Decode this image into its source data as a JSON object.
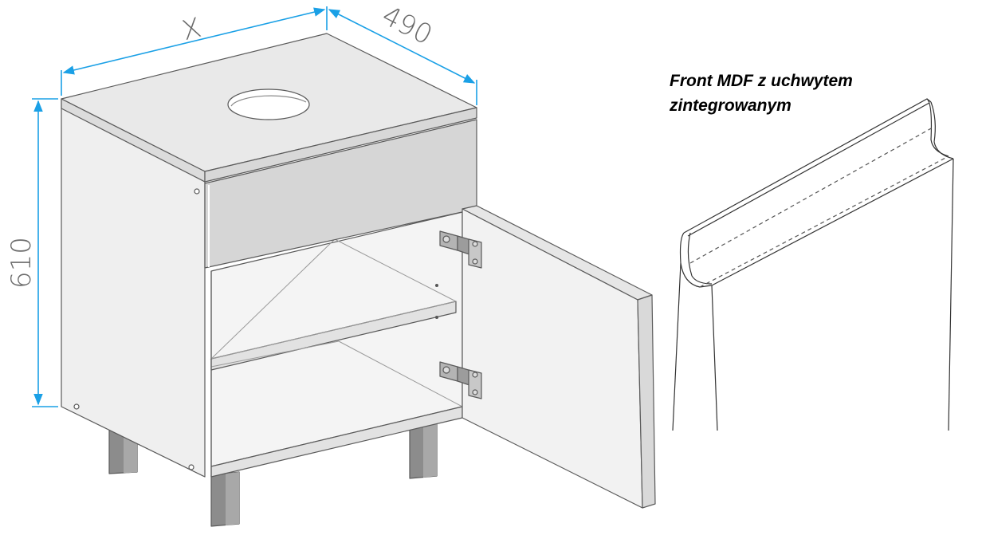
{
  "dimensions": {
    "width_label": "X",
    "depth_label": "490",
    "height_label": "610"
  },
  "caption": {
    "line1": "Front MDF z uchwytem",
    "line2": "zintegrowanym"
  },
  "colors": {
    "dimension_line": "#1aa0e6",
    "panel_top": "#e9e9e9",
    "panel_front": "#d6d6d6",
    "panel_side": "#efefef",
    "leg": "#8c8c8c"
  }
}
